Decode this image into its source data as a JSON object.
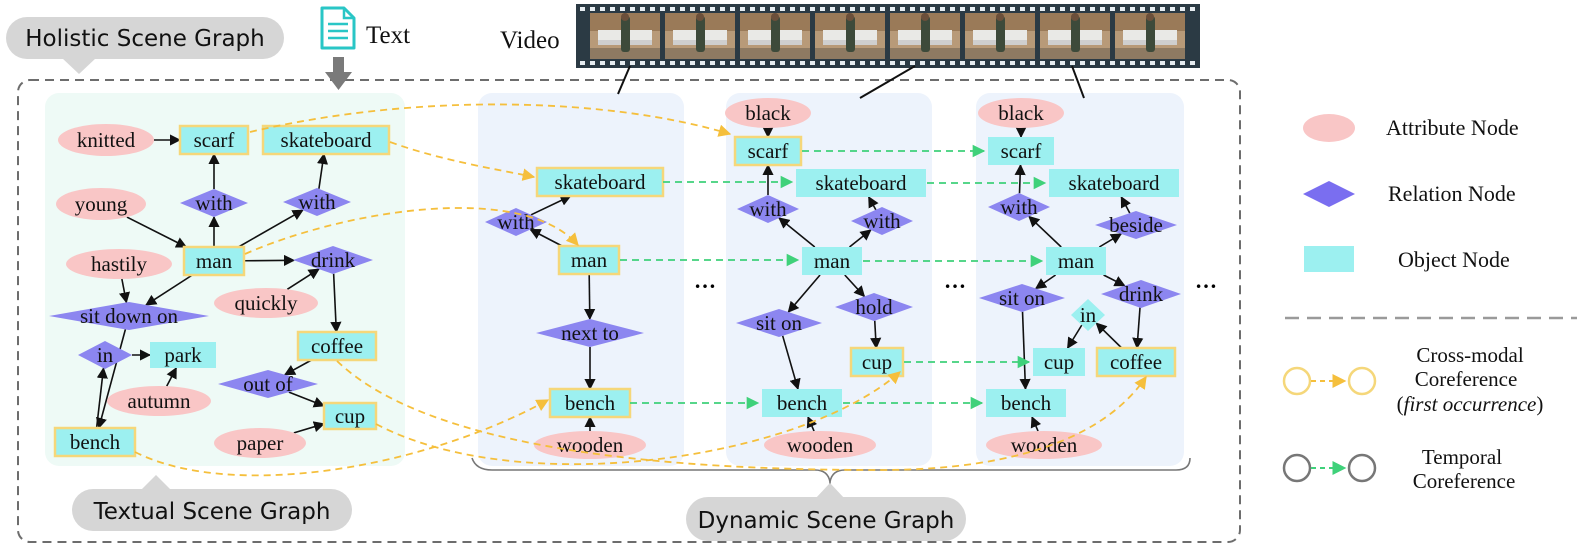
{
  "banners": {
    "holistic": "Holistic Scene Graph",
    "textual": "Textual Scene Graph",
    "dynamic": "Dynamic Scene Graph"
  },
  "inputs": {
    "text": "Text",
    "video": "Video"
  },
  "ellipsis": "…",
  "legend": {
    "attribute": "Attribute Node",
    "relation": "Relation Node",
    "object": "Object Node",
    "cross_modal_1": "Cross-modal",
    "cross_modal_2": "Coreference",
    "cross_modal_3_pre": "(",
    "cross_modal_3_em": "first occurrence",
    "cross_modal_3_post": ")",
    "temporal_1": "Temporal",
    "temporal_2": "Coreference"
  },
  "colors": {
    "attribute": "#f9c6c6",
    "relation": "#8c86f0",
    "object": "#9cf0f0",
    "object_highlight": "#f5d77a",
    "cross_modal": "#f5bf3c",
    "temporal": "#3fd17a",
    "textual_panel": "#eefaf6",
    "dynamic_panel": "#edf3fc",
    "banner": "#d6d6d6"
  },
  "textual_graph": {
    "attributes": [
      "knitted",
      "young",
      "hastily",
      "quickly",
      "autumn",
      "paper"
    ],
    "relations": [
      "with",
      "with",
      "drink",
      "sit down on",
      "in",
      "out of"
    ],
    "objects": [
      "scarf",
      "skateboard",
      "man",
      "coffee",
      "park",
      "cup",
      "bench"
    ]
  },
  "frame1": {
    "attributes": [
      "wooden"
    ],
    "relations": [
      "with",
      "next to"
    ],
    "objects": [
      "skateboard",
      "man",
      "bench"
    ]
  },
  "frame2": {
    "attributes": [
      "black",
      "wooden"
    ],
    "relations": [
      "with",
      "with",
      "sit on",
      "hold"
    ],
    "objects": [
      "scarf",
      "skateboard",
      "man",
      "cup",
      "bench"
    ]
  },
  "frame3": {
    "attributes": [
      "black",
      "wooden"
    ],
    "relations": [
      "with",
      "beside",
      "sit on",
      "drink",
      "in"
    ],
    "objects": [
      "scarf",
      "skateboard",
      "man",
      "cup",
      "coffee",
      "bench"
    ]
  }
}
